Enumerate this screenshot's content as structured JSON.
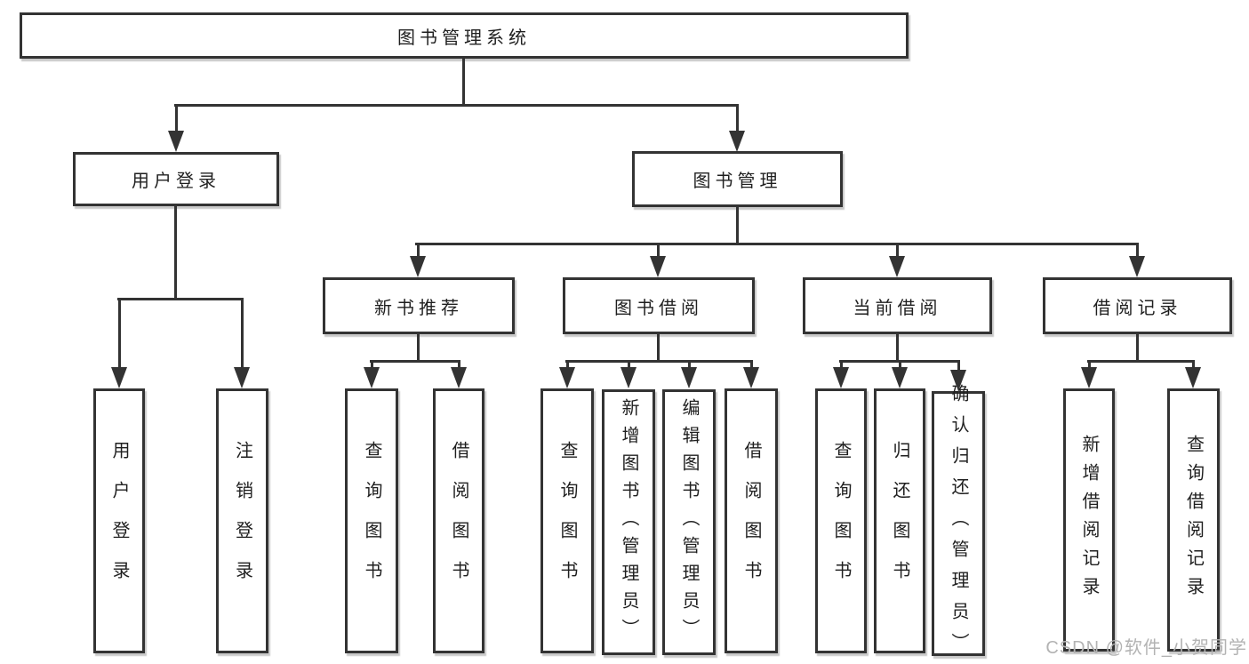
{
  "tree": {
    "root": {
      "label": "图书管理系统"
    },
    "branches": [
      {
        "label": "用户登录",
        "children": [
          {
            "label": "用户登录"
          },
          {
            "label": "注销登录"
          }
        ]
      },
      {
        "label": "图书管理",
        "children": [
          {
            "label": "新书推荐",
            "children": [
              {
                "label": "查询图书"
              },
              {
                "label": "借阅图书"
              }
            ]
          },
          {
            "label": "图书借阅",
            "children": [
              {
                "label": "查询图书"
              },
              {
                "label": "新增图书（管理员）"
              },
              {
                "label": "编辑图书（管理员）"
              },
              {
                "label": "借阅图书"
              }
            ]
          },
          {
            "label": "当前借阅",
            "children": [
              {
                "label": "查询图书"
              },
              {
                "label": "归还图书"
              },
              {
                "label": "确认归还（管理员）"
              }
            ]
          },
          {
            "label": "借阅记录",
            "children": [
              {
                "label": "新增借阅记录"
              },
              {
                "label": "查询借阅记录"
              }
            ]
          }
        ]
      }
    ]
  },
  "watermark": {
    "text": "CSDN @软件_小贺同学"
  },
  "colors": {
    "line": "#333333",
    "box_fill": "#ffffff",
    "text": "#1f1f1f",
    "watermark": "#b3b3b3"
  }
}
